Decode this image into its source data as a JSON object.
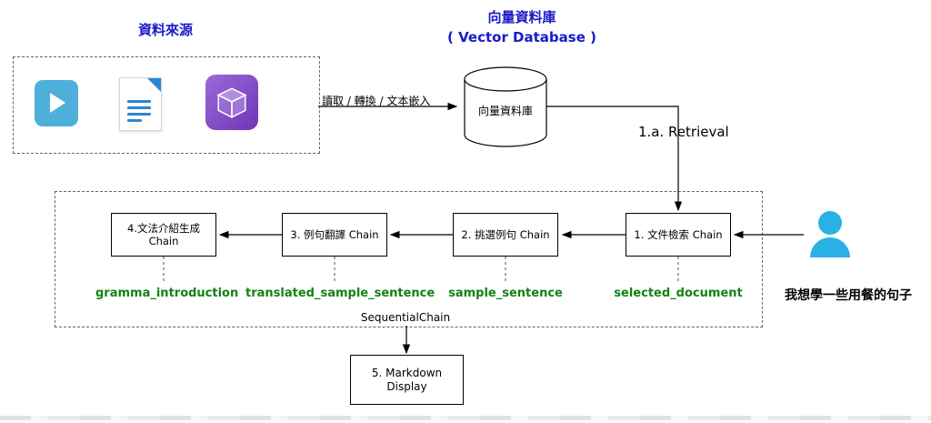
{
  "titles": {
    "data_source": "資料來源",
    "vector_db_line1": "向量資料庫",
    "vector_db_line2": "( Vector Database )"
  },
  "labels": {
    "ingest_arrow": "讀取 / 轉換 / 文本嵌入",
    "cylinder": "向量資料庫",
    "retrieval": "1.a. Retrieval",
    "sequential_chain": "SequentialChain",
    "user_query": "我想學一些用餐的句子",
    "markdown_display": "5. Markdown Display"
  },
  "chain_boxes": [
    {
      "label": "4.文法介紹生成 Chain",
      "output": "gramma_introduction"
    },
    {
      "label": "3. 例句翻譯 Chain",
      "output": "translated_sample_sentence"
    },
    {
      "label": "2. 挑選例句 Chain",
      "output": "sample_sentence"
    },
    {
      "label": "1. 文件檢索 Chain",
      "output": "selected_document"
    }
  ],
  "icons": {
    "video": "video-icon",
    "document": "document-icon",
    "cube": "cube-icon",
    "database": "database-cylinder-icon",
    "user": "user-icon"
  },
  "colors": {
    "title_blue": "#1a1ac8",
    "output_green": "#128212",
    "person_cyan": "#29b1e6",
    "video_blue": "#4fafdb",
    "doc_blue": "#2e86d0",
    "cube_purple": "#7a3fc0"
  }
}
